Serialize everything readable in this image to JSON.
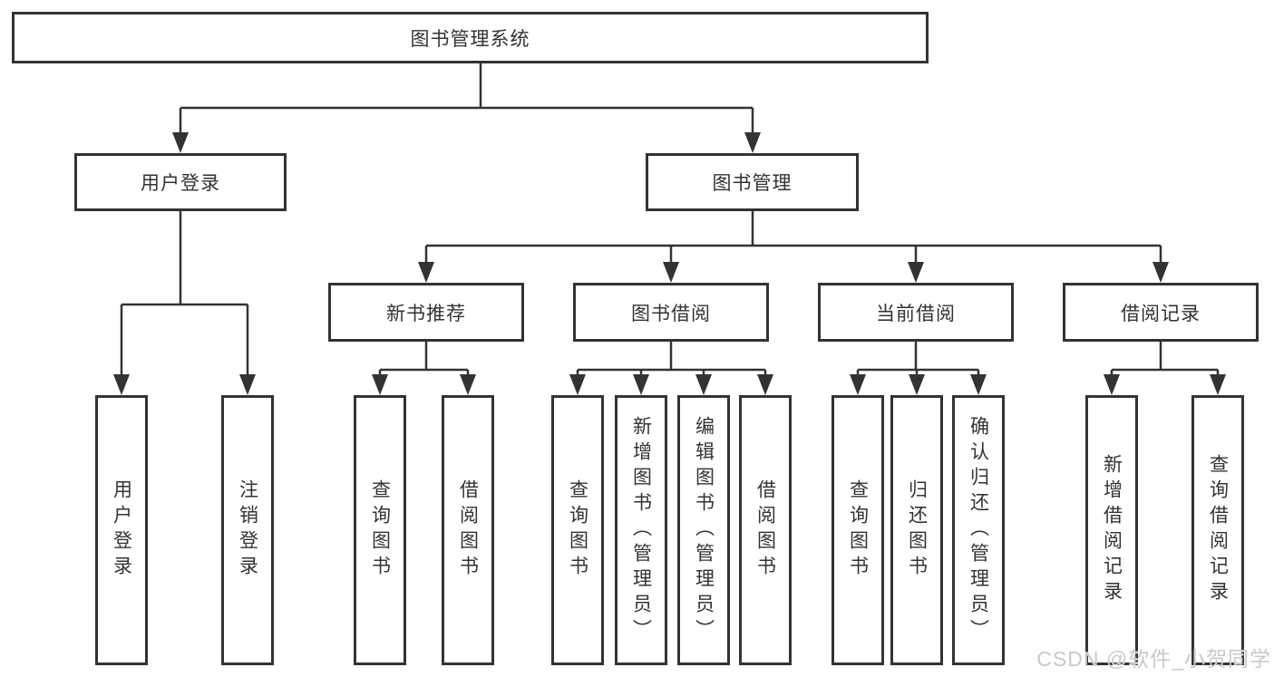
{
  "tree": {
    "root": {
      "label": "图书管理系统",
      "children": [
        {
          "label": "用户登录",
          "children": [
            {
              "label": "用户登录"
            },
            {
              "label": "注销登录"
            }
          ]
        },
        {
          "label": "图书管理",
          "children": [
            {
              "label": "新书推荐",
              "children": [
                {
                  "label": "查询图书"
                },
                {
                  "label": "借阅图书"
                }
              ]
            },
            {
              "label": "图书借阅",
              "children": [
                {
                  "label": "查询图书"
                },
                {
                  "label": "新增图书（管理员）"
                },
                {
                  "label": "编辑图书（管理员）"
                },
                {
                  "label": "借阅图书"
                }
              ]
            },
            {
              "label": "当前借阅",
              "children": [
                {
                  "label": "查询图书"
                },
                {
                  "label": "归还图书"
                },
                {
                  "label": "确认归还（管理员）"
                }
              ]
            },
            {
              "label": "借阅记录",
              "children": [
                {
                  "label": "新增借阅记录"
                },
                {
                  "label": "查询借阅记录"
                }
              ]
            }
          ]
        }
      ]
    }
  },
  "watermark": {
    "text": "CSDN @软件_小贺同学"
  },
  "colors": {
    "line": "#333333",
    "box_background": "#ffffff",
    "text": "#333333",
    "watermark": "#c9c9c9"
  }
}
